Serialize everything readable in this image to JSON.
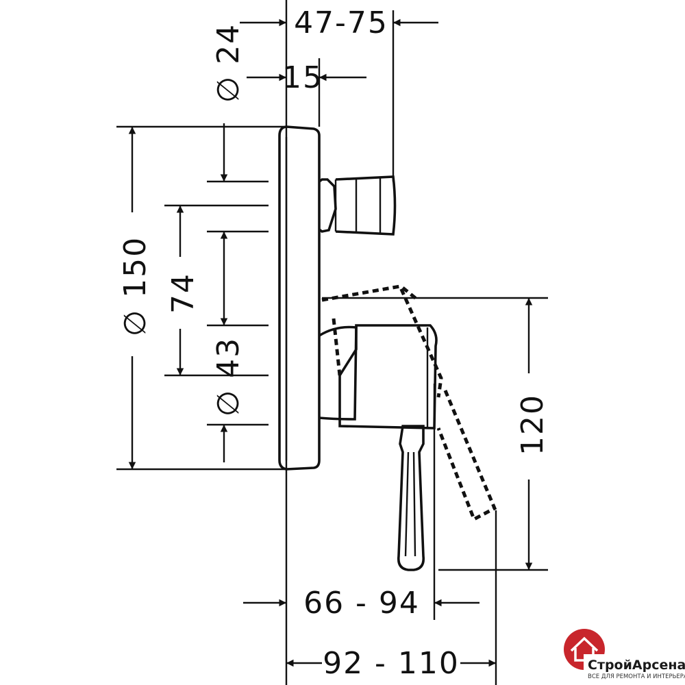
{
  "dimensions": {
    "spindle_range": "47-75",
    "spindle_diameter": "∅ 24",
    "spindle_offset": "15",
    "plate_diameter": "∅ 150",
    "sleeve_span": "74",
    "sleeve_diameter": "∅ 43",
    "handle_height": "120",
    "handle_depth": "66 - 94",
    "total_depth": "92 - 110"
  },
  "logo": {
    "name": "СтройАрсенал",
    "tagline": "ВСЕ ДЛЯ РЕМОНТА И ИНТЕРЬЕРА",
    "color": "#c8262c"
  }
}
